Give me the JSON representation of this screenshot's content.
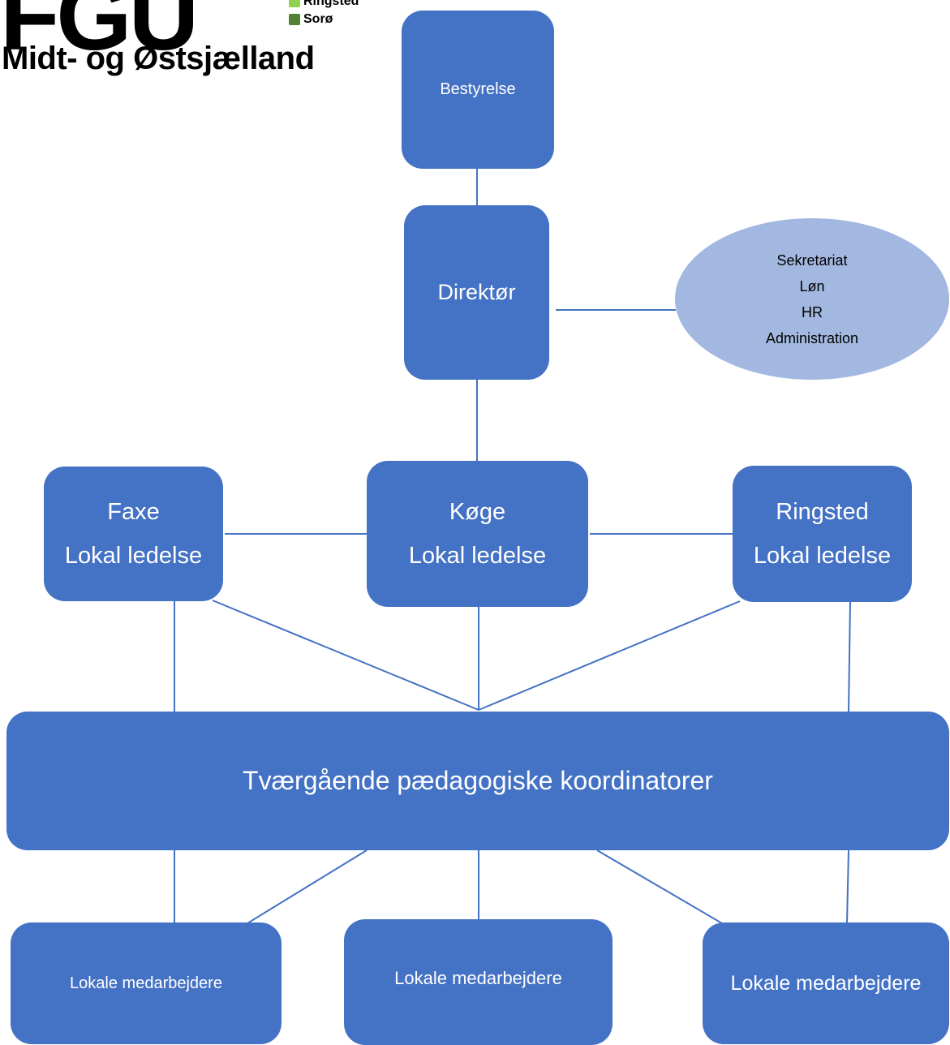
{
  "logo": {
    "mark": "FGU",
    "subtitle": "Midt- og Østsjælland",
    "legend": [
      {
        "label": "Ringsted",
        "color": "#92d050"
      },
      {
        "label": "Sorø",
        "color": "#548235"
      }
    ]
  },
  "colors": {
    "box": "#4472c4",
    "oval": "#a3b8e0",
    "line": "#4472c4"
  },
  "nodes": {
    "bestyrelse": {
      "lines": [
        "Bestyrelse"
      ]
    },
    "direktor": {
      "lines": [
        "Direktør"
      ]
    },
    "support": {
      "lines": [
        "Sekretariat",
        "Løn",
        "HR",
        "Administration"
      ]
    },
    "faxe": {
      "lines": [
        "Faxe",
        "Lokal ledelse"
      ]
    },
    "koge": {
      "lines": [
        "Køge",
        "Lokal ledelse"
      ]
    },
    "ringsted": {
      "lines": [
        "Ringsted",
        "Lokal ledelse"
      ]
    },
    "koordinatorer": {
      "lines": [
        "Tværgående pædagogiske koordinatorer"
      ]
    },
    "medarbejdere_1": {
      "lines": [
        "Lokale medarbejdere"
      ]
    },
    "medarbejdere_2": {
      "lines": [
        "Lokale medarbejdere"
      ]
    },
    "medarbejdere_3": {
      "lines": [
        "Lokale medarbejdere"
      ]
    }
  }
}
